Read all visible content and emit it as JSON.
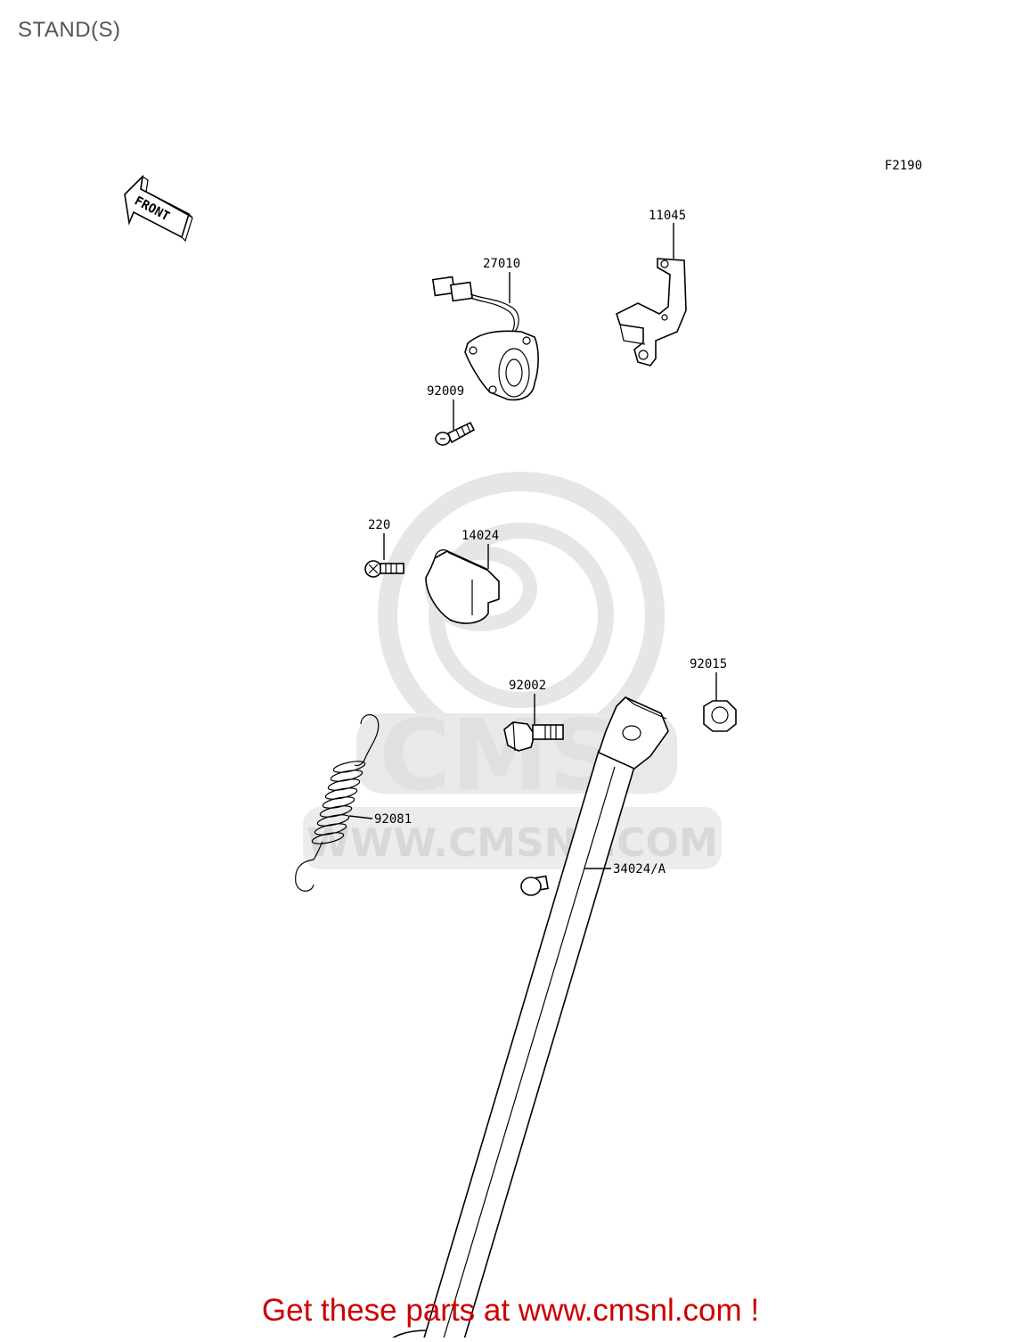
{
  "page": {
    "title": "STAND(S)"
  },
  "diagram": {
    "figure_code": "F2190",
    "front_label": "FRONT",
    "watermark": {
      "logo_text": "CMS",
      "url": "WWW.CMSNL.COM"
    },
    "parts": [
      {
        "id": "11045",
        "label": "11045",
        "name": "bracket"
      },
      {
        "id": "27010",
        "label": "27010",
        "name": "side-stand-switch"
      },
      {
        "id": "92009",
        "label": "92009",
        "name": "switch-screw"
      },
      {
        "id": "220",
        "label": "220",
        "name": "cover-screw"
      },
      {
        "id": "14024",
        "label": "14024",
        "name": "switch-cover"
      },
      {
        "id": "92015",
        "label": "92015",
        "name": "nut"
      },
      {
        "id": "92002",
        "label": "92002",
        "name": "pivot-bolt"
      },
      {
        "id": "92081",
        "label": "92081",
        "name": "spring"
      },
      {
        "id": "34024",
        "label": "34024/A",
        "name": "side-stand"
      }
    ]
  },
  "footer": {
    "promo_text": "Get these parts at www.cmsnl.com !",
    "promo_color": "#cc0000"
  },
  "colors": {
    "watermark": "#e6e6e6",
    "line": "#000000",
    "title": "#555555"
  }
}
